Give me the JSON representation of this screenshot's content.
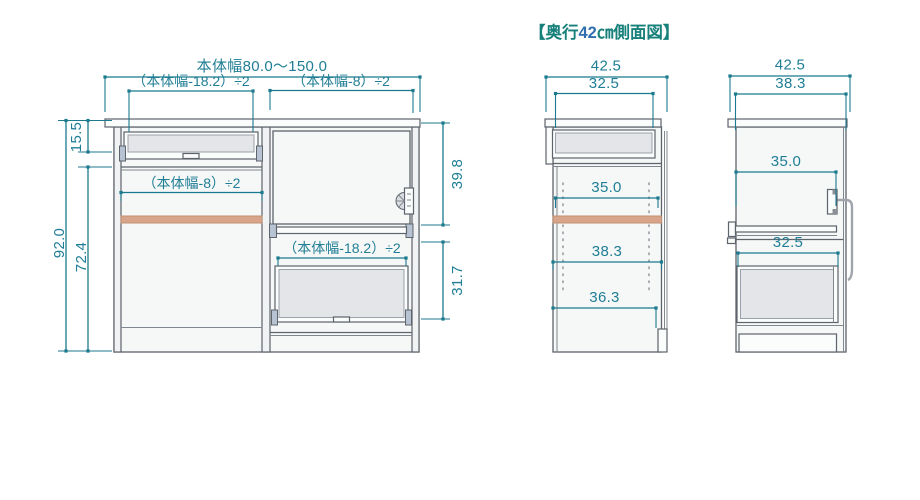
{
  "title": {
    "prefix": "【奥行",
    "value": "42",
    "suffix": "㎝側面図】"
  },
  "colors": {
    "dimension_line": "#1b7a8e",
    "dimension_text": "#1f7e95",
    "outline": "#5d646c",
    "body_fill": "#f6f7f7",
    "panel_fill": "#e3e5e8",
    "hinge_fill": "#b7c3d3",
    "shelf_strip": "#d9a58a",
    "title_teal": "#17807a",
    "title_blue": "#2f6fb0"
  },
  "front_view": {
    "top_width": "本体幅80.0～150.0",
    "top_left_formula": "（本体幅-18.2）÷2",
    "top_right_formula": "（本体幅-8）÷2",
    "left_inner_formula": "（本体幅-8）÷2",
    "right_inner_formula": "（本体幅-18.2）÷2",
    "height_top_opening": "15.5",
    "height_total": "92.0",
    "height_lower": "72.4",
    "height_right_upper": "39.8",
    "height_right_lower": "31.7"
  },
  "middle_side_view": {
    "depth_total": "42.5",
    "top_inner": "32.5",
    "upper_inner": "35.0",
    "middle_inner": "38.3",
    "bottom_inner": "36.3"
  },
  "right_side_view": {
    "depth_total": "42.5",
    "top_inner": "38.3",
    "upper_inner": "35.0",
    "lower_inner": "32.5"
  }
}
